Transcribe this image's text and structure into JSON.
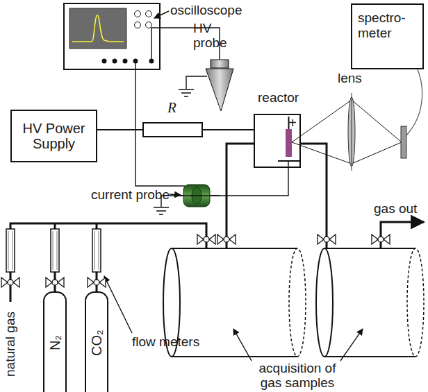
{
  "diagram": {
    "nodes": [
      {
        "text": [
          "HV Power Supply"
        ]
      },
      {
        "text": [
          "R"
        ]
      },
      {
        "text": [
          "reactor",
          "+"
        ]
      },
      {
        "text": [
          "spectro- meter"
        ]
      },
      {
        "text": [
          "N₂"
        ]
      },
      {
        "text": [
          "CO₂"
        ]
      }
    ],
    "edges": [
      {
        "from": 0,
        "to": 1,
        "arrow": "none"
      },
      {
        "from": 1,
        "to": 2,
        "arrow": "none"
      }
    ],
    "labels": [
      "oscilloscope",
      "HV probe",
      "lens",
      "current probe",
      "natural gas",
      "flow meters",
      "acquisition of gas samples",
      "gas out"
    ]
  }
}
